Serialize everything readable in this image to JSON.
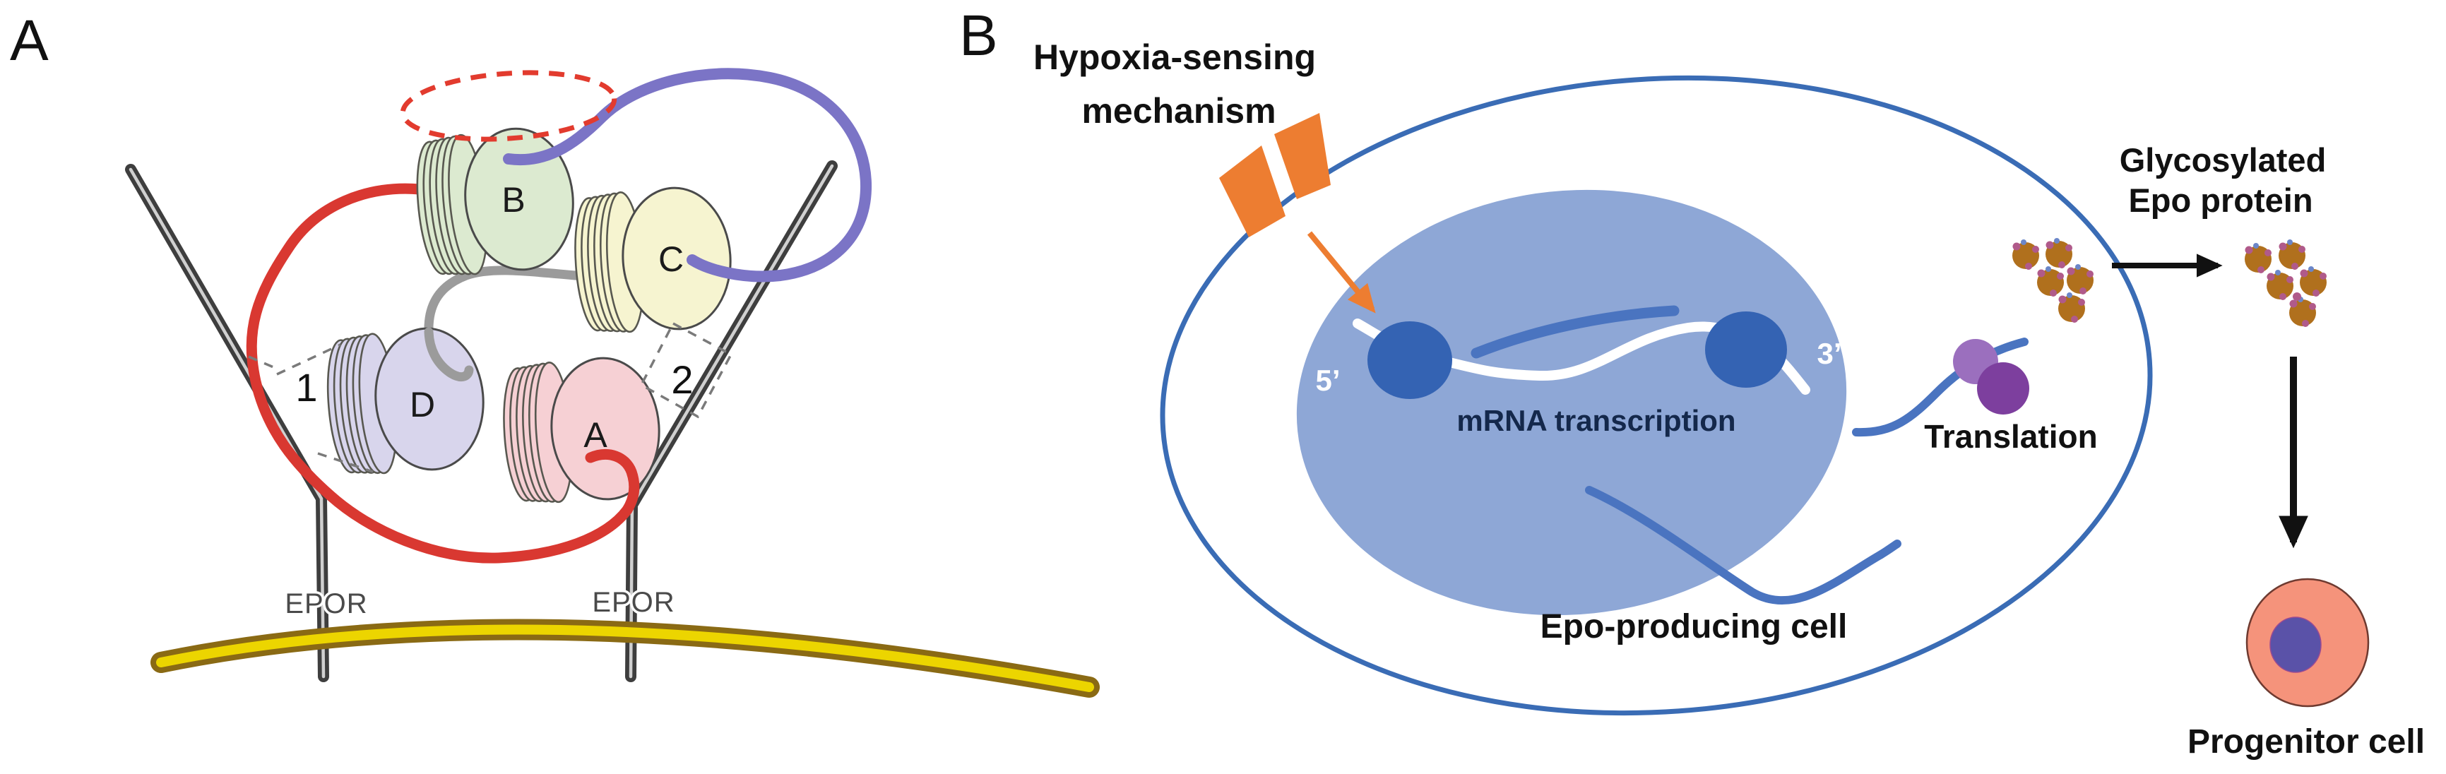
{
  "panel_a": {
    "panel_label": "A",
    "helix_b_label": "B",
    "helix_c_label": "C",
    "helix_d_label": "D",
    "helix_a_label": "A",
    "receptor_left_label": "EPOR",
    "receptor_right_label": "EPOR",
    "binding_site_1_label": "1",
    "binding_site_2_label": "2",
    "colors": {
      "helix_b_fill": "#dcead0",
      "helix_c_fill": "#f6f4d0",
      "helix_d_fill": "#d8d5ec",
      "helix_a_fill": "#f6d0d4",
      "red_loop": "#d93831",
      "purple_loop": "#7b74c6",
      "gray_loop": "#9b9b9b",
      "receptor_rod": "#3e3e3e",
      "membrane_edge": "#8a6a14",
      "membrane_core": "#ecd500",
      "dashed_ellipse": "#e23b2e"
    }
  },
  "panel_b": {
    "panel_label": "B",
    "hypoxia_label_line1": "Hypoxia-sensing",
    "hypoxia_label_line2": "mechanism",
    "five_prime_label": "5’",
    "three_prime_label": "3’",
    "mrna_transcription_label": "mRNA transcription",
    "translation_label": "Translation",
    "epo_producing_cell_label": "Epo-producing cell",
    "glycosylated_label_line1": "Glycosylated",
    "glycosylated_label_line2": "Epo protein",
    "progenitor_cell_label": "Progenitor cell",
    "colors": {
      "cell_outline": "#3a6cb5",
      "nucleus_fill": "#8ea7d6",
      "transcription_site_fill": "#3463b3",
      "dna_strand": "#ffffff",
      "mrna_blue": "#4a74c0",
      "hypoxia_orange": "#ed7d31",
      "ribosome_small": "#9b6fbe",
      "ribosome_large": "#7d3f9e",
      "epo_protein_brown": "#b0701d",
      "glyco_dot_magenta": "#b05a8a",
      "glyco_dot_blue": "#6b86c8",
      "arrow_black": "#111111",
      "progenitor_body": "#f5937b",
      "progenitor_nucleus": "#5a52a8"
    }
  }
}
